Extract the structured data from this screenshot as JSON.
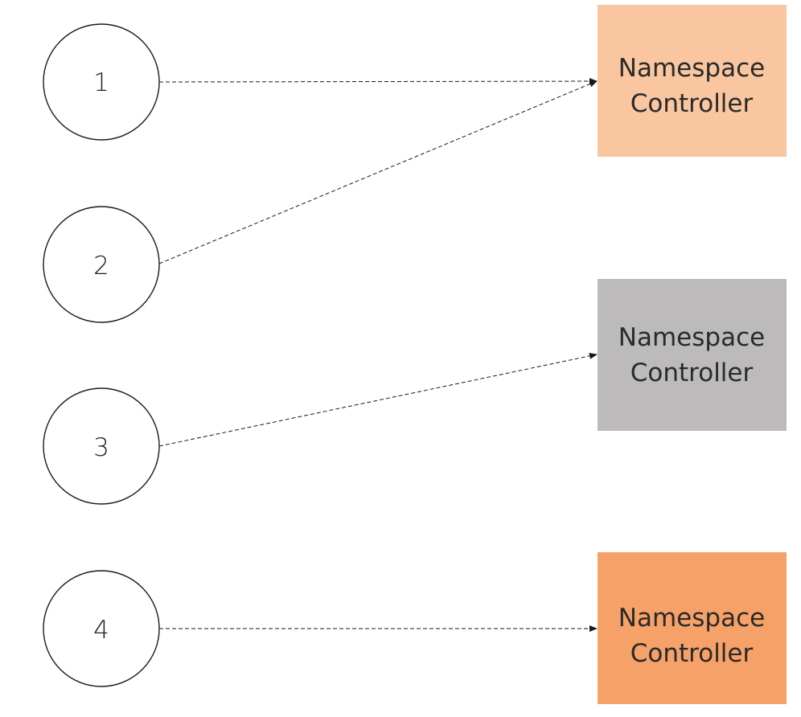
{
  "nodes": [
    {
      "id": "node-1",
      "label": "1"
    },
    {
      "id": "node-2",
      "label": "2"
    },
    {
      "id": "node-3",
      "label": "3"
    },
    {
      "id": "node-4",
      "label": "4"
    }
  ],
  "controllers": [
    {
      "id": "controller-1",
      "line1": "Namespace",
      "line2": "Controller",
      "color": "#F9C6A0"
    },
    {
      "id": "controller-2",
      "line1": "Namespace",
      "line2": "Controller",
      "color": "#BCBABA"
    },
    {
      "id": "controller-3",
      "line1": "Namespace",
      "line2": "Controller",
      "color": "#F6A168"
    }
  ],
  "edges": [
    {
      "from": "node-1",
      "to": "controller-1"
    },
    {
      "from": "node-2",
      "to": "controller-1"
    },
    {
      "from": "node-3",
      "to": "controller-2"
    },
    {
      "from": "node-4",
      "to": "controller-3"
    }
  ]
}
